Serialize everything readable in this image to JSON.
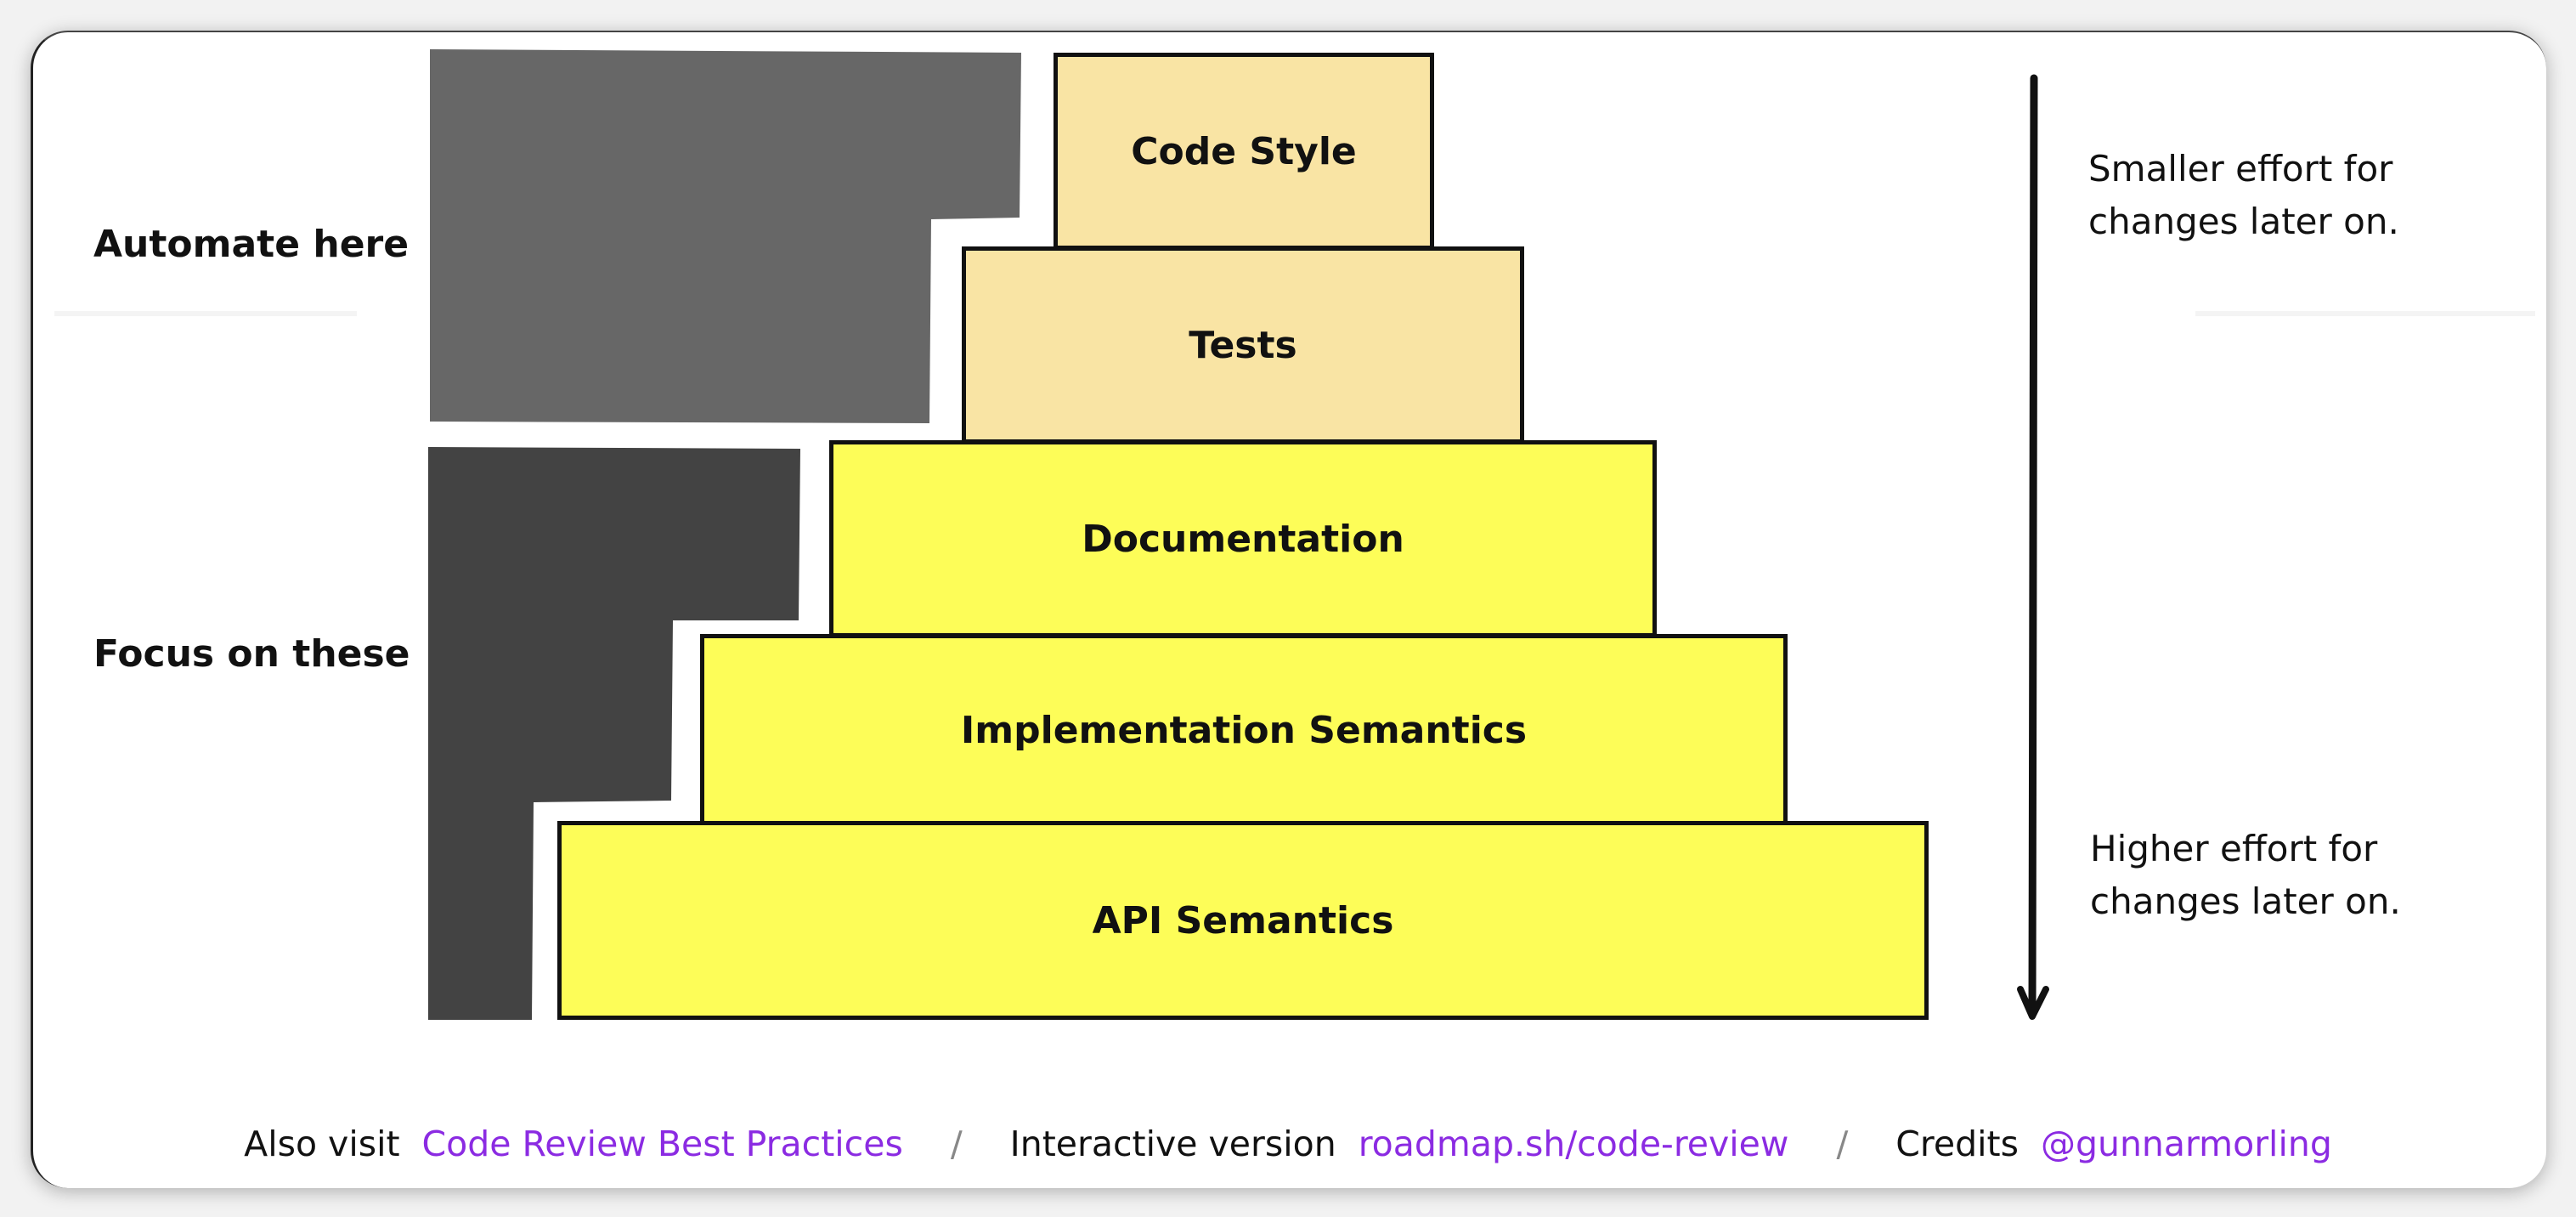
{
  "left_labels": {
    "automate": "Automate here",
    "focus": "Focus on these"
  },
  "right_labels": {
    "top": "Smaller effort for\nchanges later on.",
    "bottom": "Higher effort for\nchanges later on."
  },
  "steps": [
    {
      "label": "Code Style",
      "fill": "#f9e4a4"
    },
    {
      "label": "Tests",
      "fill": "#f9e4a4"
    },
    {
      "label": "Documentation",
      "fill": "#fdfd58"
    },
    {
      "label": "Implementation Semantics",
      "fill": "#fdfd58"
    },
    {
      "label": "API Semantics",
      "fill": "#fdfd58"
    }
  ],
  "colors": {
    "automate_block": "#676767",
    "focus_block": "#434343",
    "link": "#8b2be2"
  },
  "footer": {
    "also_visit": "Also visit",
    "best_practices": "Code Review Best Practices",
    "separator": "/",
    "interactive": "Interactive version",
    "roadmap_link": "roadmap.sh/code-review",
    "credits": "Credits",
    "author": "@gunnarmorling"
  }
}
